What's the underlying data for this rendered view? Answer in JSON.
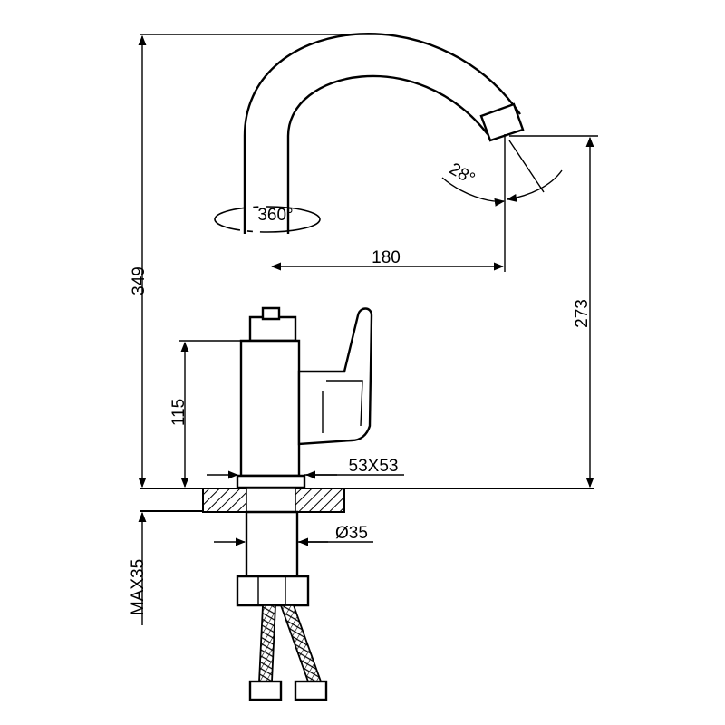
{
  "dimensions": {
    "total_height": "349",
    "spout_height": "273",
    "body_height": "115",
    "reach": "180",
    "swivel": "360°",
    "tilt_angle": "28°",
    "base_size": "53X53",
    "mount_diameter": "Ø35",
    "max_thickness": "MAX35"
  }
}
